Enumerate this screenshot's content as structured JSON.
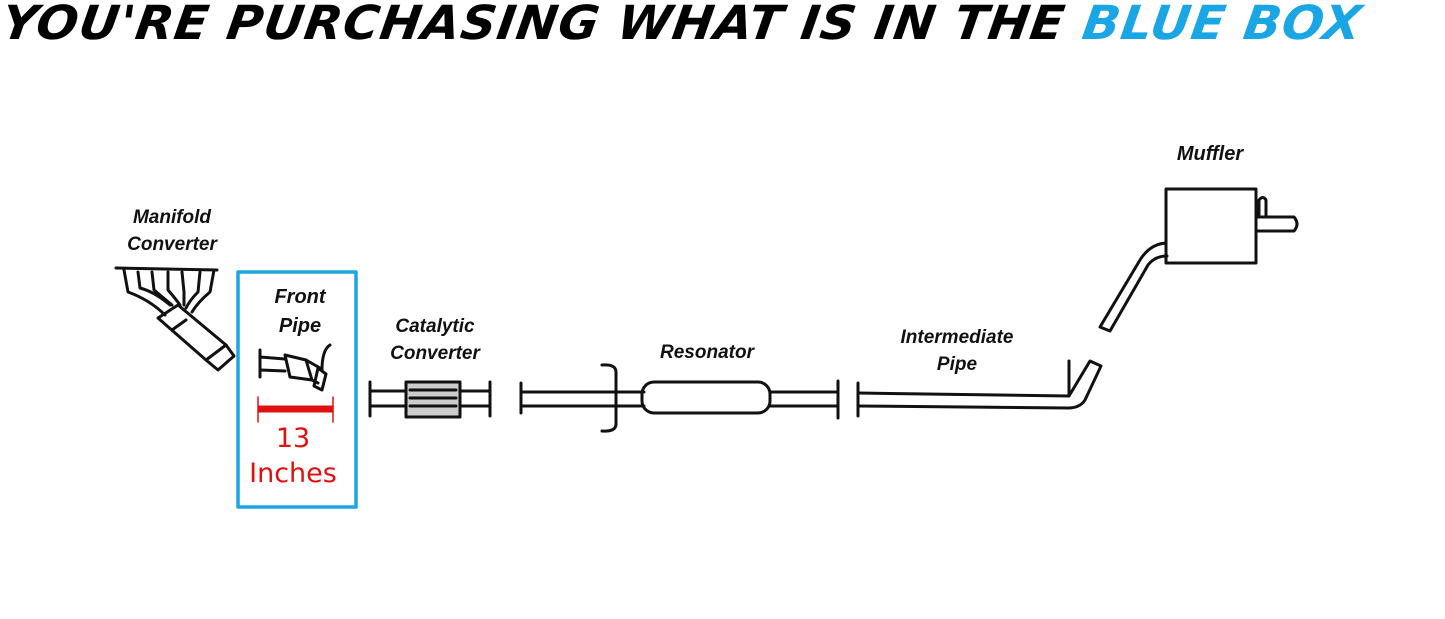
{
  "title": {
    "prefix": "YOU'RE PURCHASING WHAT IS IN THE ",
    "highlight": "BLUE BOX"
  },
  "colors": {
    "highlight": "#1aa6e4",
    "measure": "#e01010",
    "line": "#111111"
  },
  "parts": {
    "manifold": {
      "line1": "Manifold",
      "line2": "Converter"
    },
    "front_pipe": {
      "line1": "Front",
      "line2": "Pipe"
    },
    "catalytic": {
      "line1": "Catalytic",
      "line2": "Converter"
    },
    "resonator": {
      "line1": "Resonator"
    },
    "intermediate": {
      "line1": "Intermediate",
      "line2": "Pipe"
    },
    "muffler": {
      "line1": "Muffler"
    }
  },
  "measurement": {
    "value": "13",
    "unit": "Inches"
  }
}
